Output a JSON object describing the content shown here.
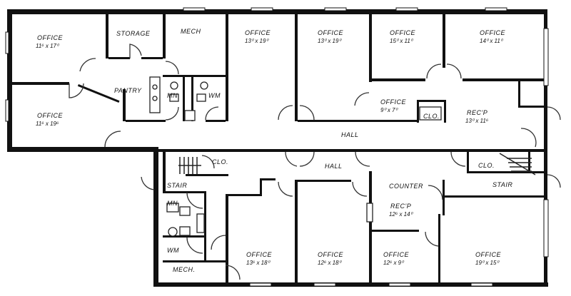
{
  "rooms": {
    "office_nw": {
      "name": "OFFICE",
      "dim": "11⁶ x 17⁰"
    },
    "storage": {
      "name": "STORAGE"
    },
    "mech_top": {
      "name": "MECH"
    },
    "office_a": {
      "name": "OFFICE",
      "dim": "13⁰ x 19⁰"
    },
    "office_b": {
      "name": "OFFICE",
      "dim": "13⁰ x 19⁰"
    },
    "office_c": {
      "name": "OFFICE",
      "dim": "15⁰ x 11⁰"
    },
    "office_ne": {
      "name": "OFFICE",
      "dim": "14⁰ x 11⁰"
    },
    "office_w": {
      "name": "OFFICE",
      "dim": "11⁶ x 19⁶"
    },
    "pantry": {
      "name": "PANTRY"
    },
    "wc_men_top": {
      "name": "MN"
    },
    "wc_women_top": {
      "name": "WM"
    },
    "office_small": {
      "name": "OFFICE",
      "dim": "9⁰ x 7⁰"
    },
    "clo_top": {
      "name": "CLO."
    },
    "recep_top": {
      "name": "REC'P",
      "dim": "13⁰ x 11⁶"
    },
    "hall_top": {
      "name": "HALL"
    },
    "hall_bottom": {
      "name": "HALL"
    },
    "clo_left": {
      "name": "CLO."
    },
    "clo_right": {
      "name": "CLO."
    },
    "stair_left": {
      "name": "STAIR"
    },
    "stair_right": {
      "name": "STAIR"
    },
    "counter": {
      "name": "COUNTER"
    },
    "recep_bottom": {
      "name": "REC'P",
      "dim": "12⁶ x 14⁰"
    },
    "wc_men_bottom": {
      "name": "MN"
    },
    "wc_women_bottom": {
      "name": "WM"
    },
    "mech_bottom": {
      "name": "MECH."
    },
    "office_s1": {
      "name": "OFFICE",
      "dim": "13⁶ x 18⁰"
    },
    "office_s2": {
      "name": "OFFICE",
      "dim": "12⁶ x 18⁰"
    },
    "office_s3": {
      "name": "OFFICE",
      "dim": "12⁶ x 9⁰"
    },
    "office_s4": {
      "name": "OFFICE",
      "dim": "19⁰ x 15⁰"
    }
  }
}
